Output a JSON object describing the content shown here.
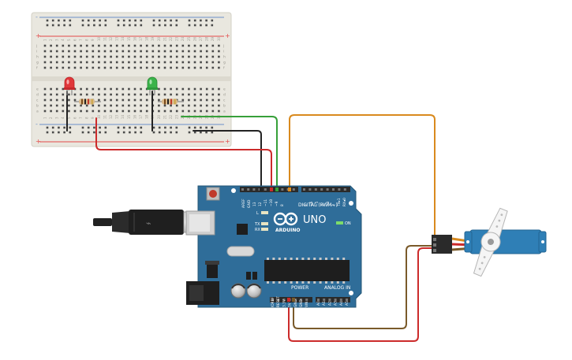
{
  "colors": {
    "background": "#ffffff",
    "breadboard": "#e9e7df",
    "breadboard_rail_red": "#e34a4a",
    "breadboard_rail_blue": "#6b8fc8",
    "arduino_board": "#2f6d99",
    "arduino_board_dark": "#245776",
    "header_black": "#2a2a2a",
    "wire_black": "#232323",
    "wire_red": "#cc2b2b",
    "wire_green": "#37a03a",
    "wire_orange": "#d98a1e",
    "wire_brown": "#7a5a2a",
    "servo_blue": "#2f7fb6",
    "servo_horn": "#f5f5f5"
  },
  "arduino": {
    "brand": "ARDUINO",
    "model": "UNO",
    "digital_label": "DIGITAL (PWM~)",
    "power_label": "POWER",
    "analog_label": "ANALOG IN",
    "led_labels": [
      "L",
      "TX",
      "RX"
    ],
    "on_label": "ON",
    "aref": "AREF",
    "gnd": "GND",
    "digital_pins": [
      "13",
      "12",
      "~11",
      "~10",
      "~9",
      "8",
      "7",
      "~6",
      "~5",
      "4",
      "~3",
      "2",
      "TX▸1",
      "RX◂0"
    ],
    "power_pins": [
      "IOREF",
      "RESET",
      "3.3V",
      "5V",
      "GND",
      "GND",
      "VIN"
    ],
    "analog_pins": [
      "A0",
      "A1",
      "A2",
      "A3",
      "A4",
      "A5"
    ]
  },
  "breadboard": {
    "column_numbers": [
      "1",
      "2",
      "3",
      "4",
      "5",
      "6",
      "7",
      "8",
      "9",
      "10",
      "11",
      "12",
      "13",
      "14",
      "15",
      "16",
      "17",
      "18",
      "19",
      "20",
      "21",
      "22",
      "23",
      "24",
      "25",
      "26",
      "27",
      "28",
      "29",
      "30"
    ],
    "row_letters_top": [
      "j",
      "i",
      "h",
      "g",
      "f"
    ],
    "row_letters_bottom": [
      "e",
      "d",
      "c",
      "b",
      "a"
    ],
    "plus": "+",
    "minus": "-"
  },
  "components": {
    "led_red": "red LED",
    "led_green": "green LED",
    "servo": "servo motor"
  }
}
